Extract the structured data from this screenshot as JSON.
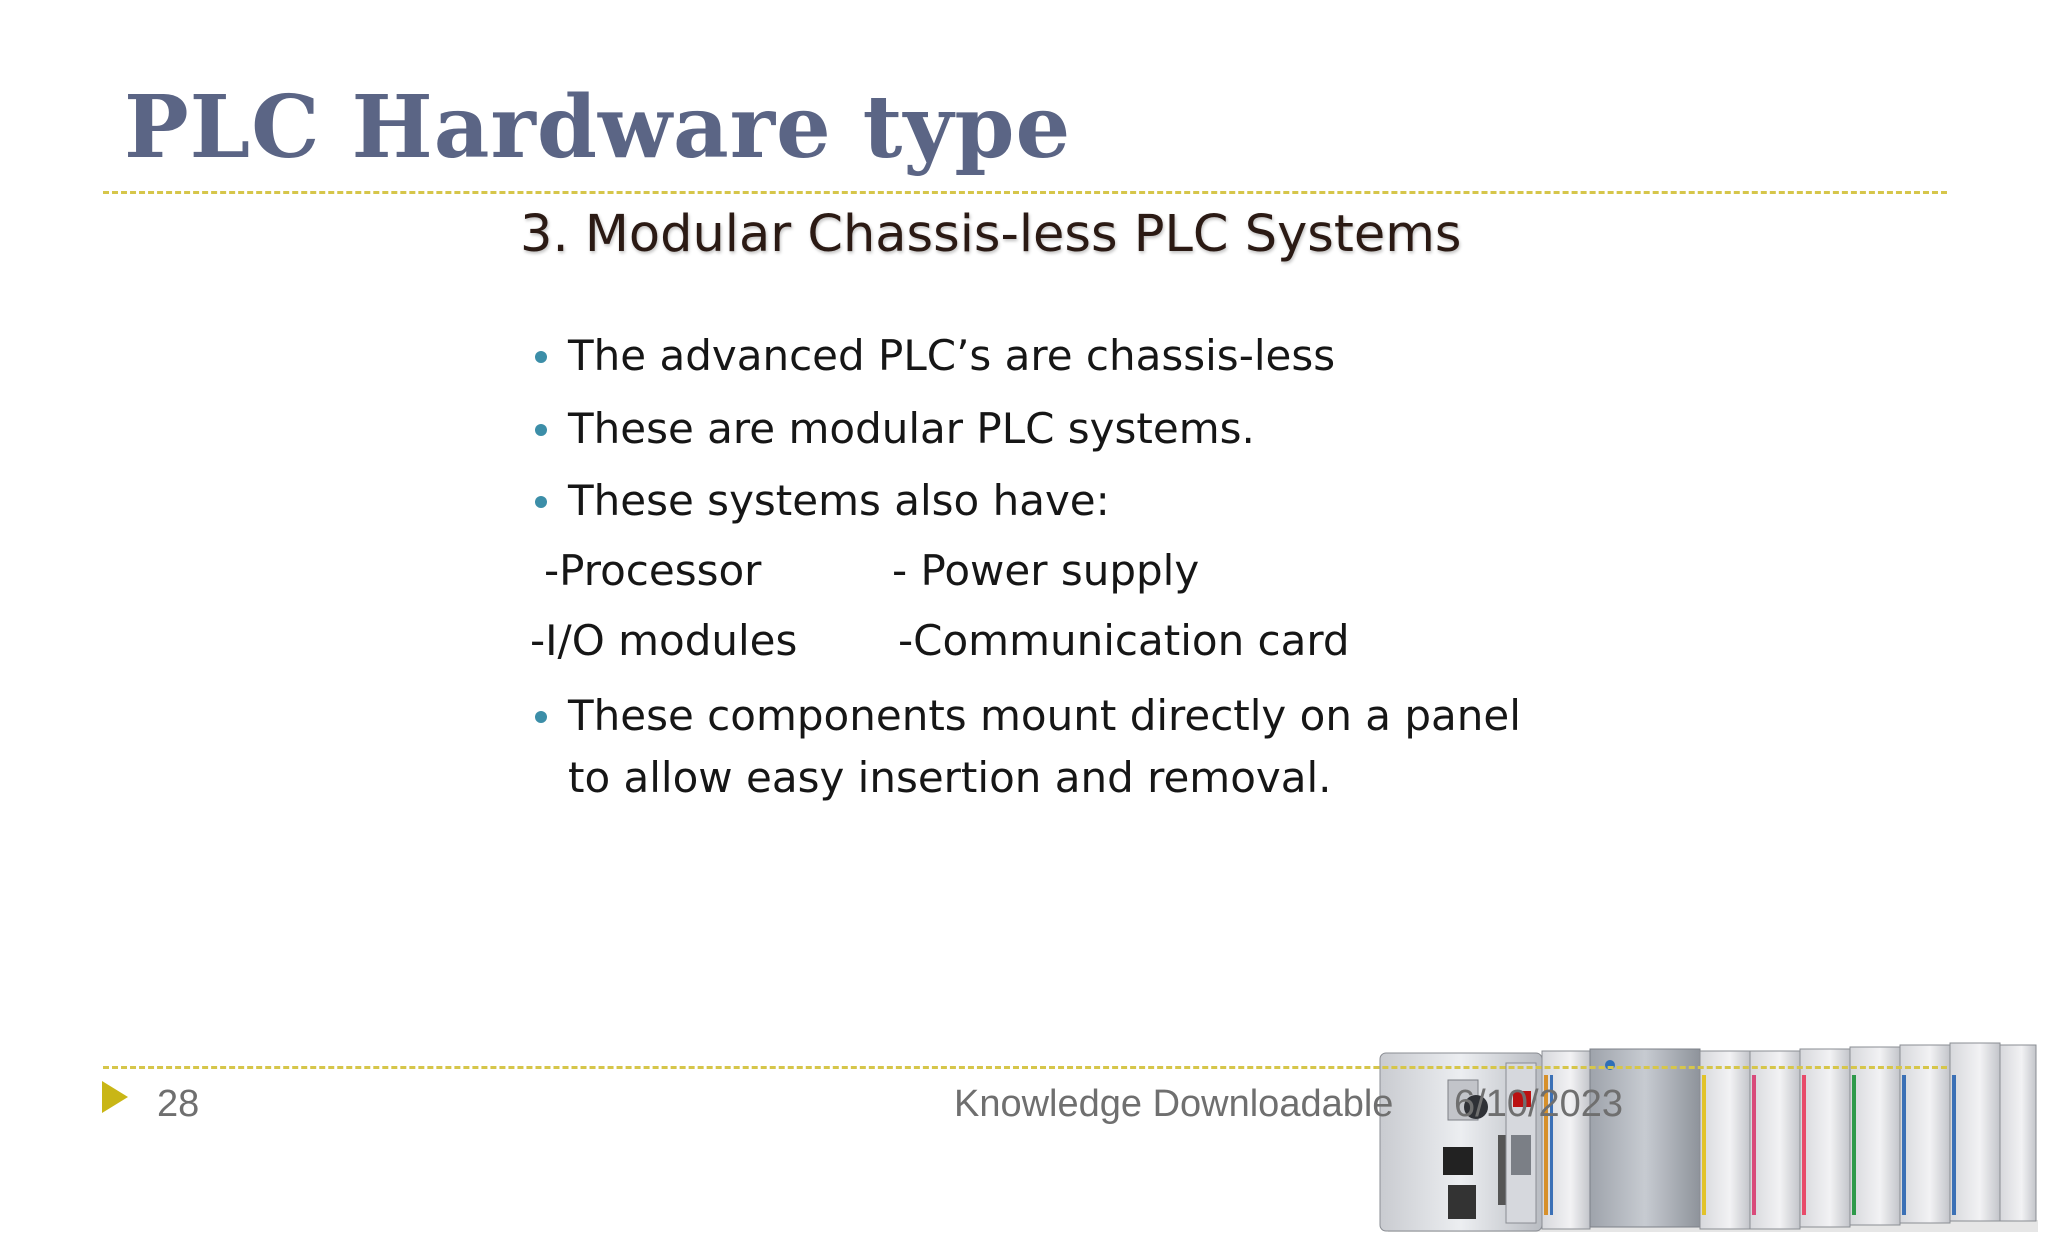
{
  "slide": {
    "title": "PLC Hardware type",
    "subtitle": "3. Modular Chassis-less PLC Systems",
    "bullets": [
      "The advanced PLC’s are chassis-less",
      "These are modular PLC systems.",
      "These systems also have:",
      "These components mount directly on a panel to allow easy insertion and removal."
    ],
    "components": {
      "row1_left": "-Processor",
      "row1_right": "- Power supply",
      "row2_left": "-I/O modules",
      "row2_right": "-Communication card"
    },
    "image_subject": "modular-plc-photo"
  },
  "footer": {
    "page_number": "28",
    "label": "Knowledge Downloadable",
    "date": "6/10/2023"
  },
  "colors": {
    "title": "#5b6585",
    "rule": "#d6c64a",
    "bullet": "#3c8ea8",
    "footer_text": "#6f6f6f",
    "footer_arrow": "#c9b616"
  }
}
